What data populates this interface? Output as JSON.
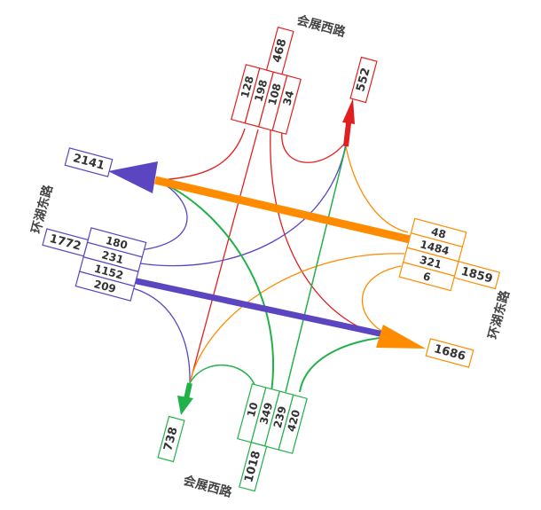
{
  "colors": {
    "north": "#e02020",
    "west": "#5b45c0",
    "east": "#ff8c00",
    "south": "#22b04a"
  },
  "roads": {
    "north": "会展西路",
    "south": "会展西路",
    "west": "环湖东路",
    "east": "环湖东路"
  },
  "north": {
    "lanes": [
      "128",
      "198",
      "108",
      "34"
    ],
    "total_in": "468",
    "total_out": "552"
  },
  "west": {
    "lanes": [
      "180",
      "231",
      "1152",
      "209"
    ],
    "total_in": "1772",
    "total_out": "2141"
  },
  "east": {
    "lanes": [
      "48",
      "1484",
      "321",
      "6"
    ],
    "total_in": "1859",
    "total_out": "1686"
  },
  "south": {
    "lanes": [
      "10",
      "349",
      "239",
      "420"
    ],
    "total_in": "1018",
    "total_out": "738"
  }
}
